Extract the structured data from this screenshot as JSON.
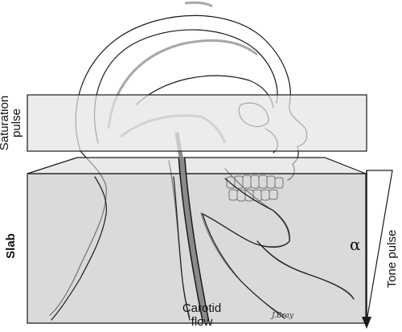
{
  "labels": {
    "saturation_pulse": "Saturation pulse",
    "slab": "Slab",
    "tone_pulse": "Tone pulse",
    "alpha": "α",
    "carotid_flow": "Carotid flow",
    "signature": "J.Bray"
  },
  "colors": {
    "slab_fill": "#bcbcbc",
    "saturation_fill": "#e4e4e4",
    "line": "#1a1a1a",
    "vessel": "#9a9a9a"
  }
}
